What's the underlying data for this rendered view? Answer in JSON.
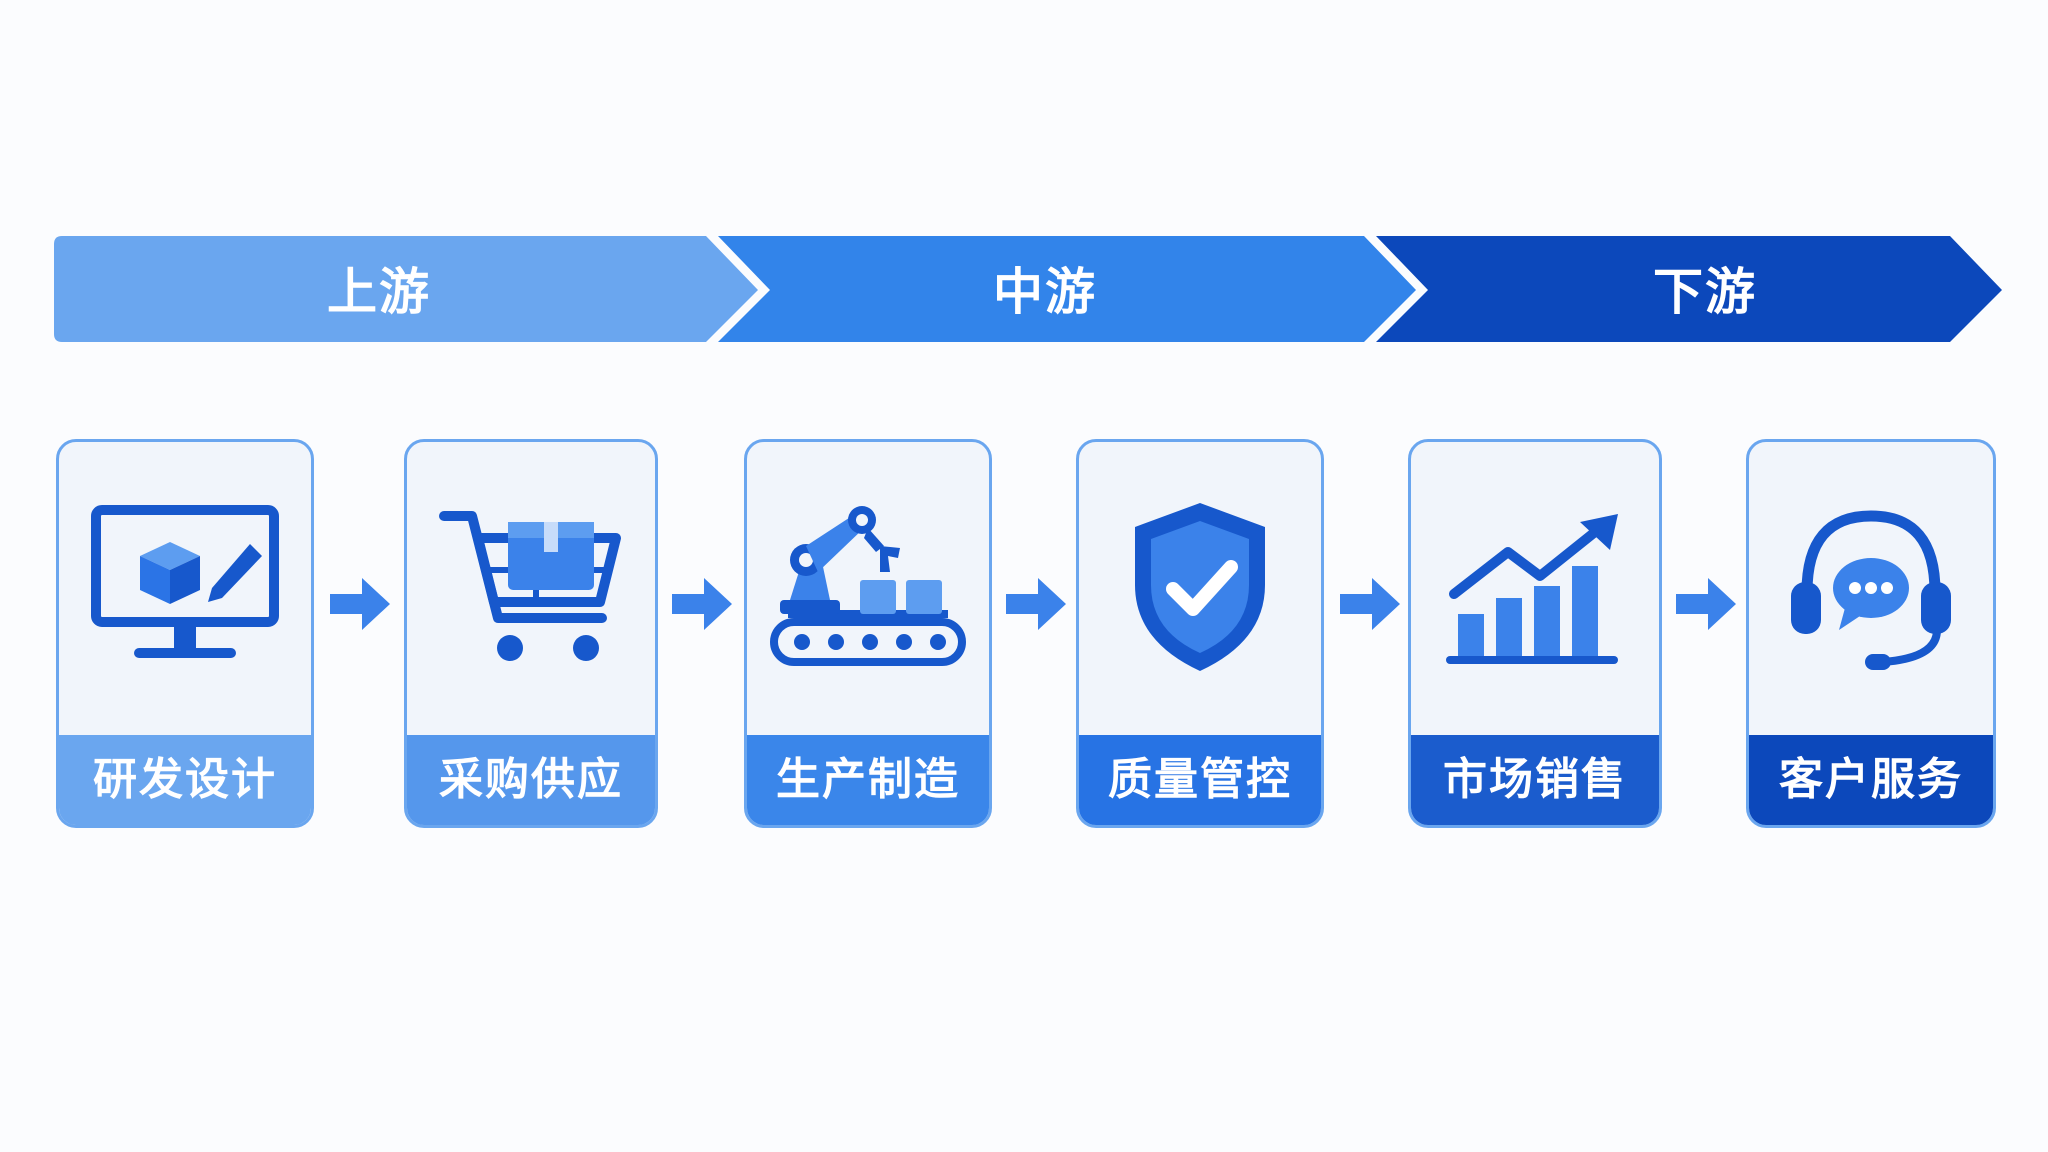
{
  "stages": [
    {
      "label": "上游",
      "color": "#6aa6ef"
    },
    {
      "label": "中游",
      "color": "#3284ea"
    },
    {
      "label": "下游",
      "color": "#0c48bb"
    }
  ],
  "steps": [
    {
      "label": "研发设计",
      "icon": "monitor-design-icon",
      "color": "#6aa6ef"
    },
    {
      "label": "采购供应",
      "icon": "shopping-cart-icon",
      "color": "#5597ec"
    },
    {
      "label": "生产制造",
      "icon": "robot-arm-conveyor-icon",
      "color": "#3a86ea"
    },
    {
      "label": "质量管控",
      "icon": "shield-check-icon",
      "color": "#2773e4"
    },
    {
      "label": "市场销售",
      "icon": "growth-chart-icon",
      "color": "#1b5ccd"
    },
    {
      "label": "客户服务",
      "icon": "headset-chat-icon",
      "color": "#0c48bb"
    }
  ],
  "colors": {
    "icon_primary": "#1758cc",
    "icon_secondary": "#3b82ea",
    "arrow": "#3b82ea"
  }
}
